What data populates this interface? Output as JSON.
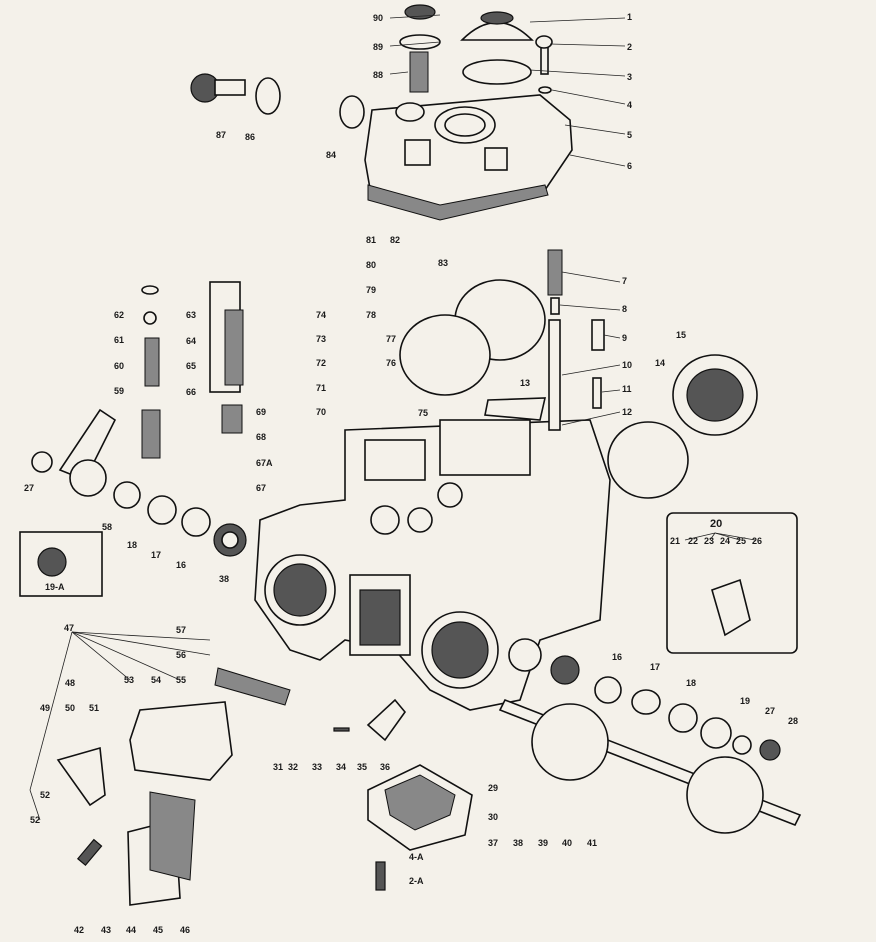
{
  "labels": {
    "n1": "1",
    "n2": "2",
    "n3": "3",
    "n4": "4",
    "n5": "5",
    "n6": "6",
    "n7": "7",
    "n8": "8",
    "n9": "9",
    "n10": "10",
    "n11": "11",
    "n12": "12",
    "n13": "13",
    "n14": "14",
    "n15": "15",
    "n16a": "16",
    "n16b": "16",
    "n17a": "17",
    "n17b": "17",
    "n18a": "18",
    "n18b": "18",
    "n19": "19",
    "n19A": "19-A",
    "n20": "20",
    "n21": "21",
    "n22": "22",
    "n23": "23",
    "n24": "24",
    "n25": "25",
    "n26": "26",
    "n27a": "27",
    "n27b": "27",
    "n28": "28",
    "n29": "29",
    "n30": "30",
    "n31": "31",
    "n32": "32",
    "n33": "33",
    "n34": "34",
    "n35": "35",
    "n36": "36",
    "n37": "37",
    "n38a": "38",
    "n38b": "38",
    "n39": "39",
    "n40": "40",
    "n41": "41",
    "n42": "42",
    "n43": "43",
    "n44": "44",
    "n45": "45",
    "n46": "46",
    "n47": "47",
    "n48": "48",
    "n49": "49",
    "n50": "50",
    "n51": "51",
    "n52a": "52",
    "n52b": "52",
    "n53": "53",
    "n54": "54",
    "n55": "55",
    "n56": "56",
    "n57": "57",
    "n58": "58",
    "n59": "59",
    "n60": "60",
    "n61": "61",
    "n62": "62",
    "n63": "63",
    "n64": "64",
    "n65": "65",
    "n66": "66",
    "n67": "67",
    "n67A": "67A",
    "n68": "68",
    "n69": "69",
    "n70": "70",
    "n71": "71",
    "n72": "72",
    "n73": "73",
    "n74": "74",
    "n75": "75",
    "n76": "76",
    "n77": "77",
    "n78": "78",
    "n79": "79",
    "n80": "80",
    "n81": "81",
    "n82": "82",
    "n83": "83",
    "n84": "84",
    "n86": "86",
    "n87": "87",
    "n88": "88",
    "n89": "89",
    "n90": "90",
    "n2A": "2-A",
    "n4A": "4-A"
  }
}
